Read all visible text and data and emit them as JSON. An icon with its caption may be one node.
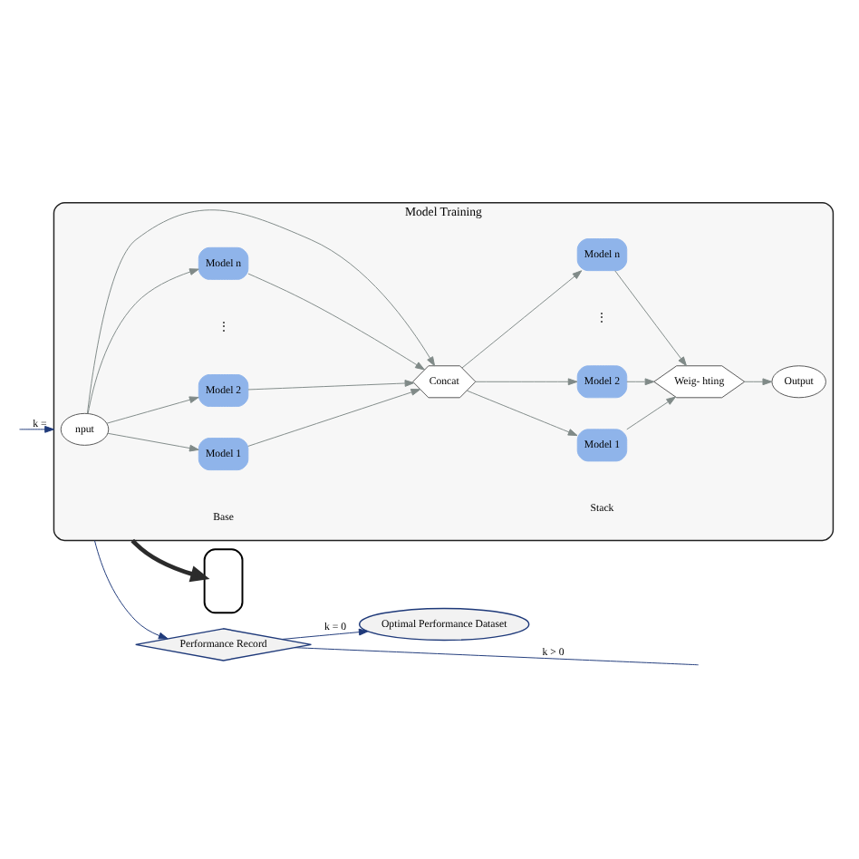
{
  "diagram": {
    "nodes": [
      {
        "text": [
          "Model Training"
        ]
      },
      {
        "text": [
          "nput"
        ],
        "in": 0
      },
      {
        "text": [
          "Model 1"
        ],
        "in": 0
      },
      {
        "text": [
          "Model 2"
        ],
        "in": 0
      },
      {
        "text": [
          "Model n"
        ],
        "in": 0
      },
      {
        "text": [
          "Concat"
        ],
        "in": 0
      },
      {
        "text": [
          "Model 1"
        ],
        "in": 0
      },
      {
        "text": [
          "Model 2"
        ],
        "in": 0
      },
      {
        "text": [
          "Model n"
        ],
        "in": 0
      },
      {
        "text": [
          "Weig- hting"
        ],
        "in": 0
      },
      {
        "text": [
          "Output"
        ],
        "in": 0
      },
      {
        "text": [],
        "shape": "box"
      },
      {
        "text": [
          "Performance Record"
        ]
      },
      {
        "text": [
          "Optimal Performance Dataset"
        ]
      }
    ],
    "edges": [
      {
        "from": 1,
        "to": 2,
        "arrow": "to"
      },
      {
        "from": 1,
        "to": 3,
        "arrow": "to"
      },
      {
        "from": 1,
        "to": 4,
        "arrow": "to"
      },
      {
        "from": 1,
        "to": 5,
        "arrow": "to"
      },
      {
        "from": 2,
        "to": 5,
        "arrow": "to"
      },
      {
        "from": 3,
        "to": 5,
        "arrow": "to"
      },
      {
        "from": 4,
        "to": 5,
        "arrow": "to"
      },
      {
        "from": 5,
        "to": 6,
        "arrow": "to"
      },
      {
        "from": 5,
        "to": 7,
        "arrow": "to"
      },
      {
        "from": 5,
        "to": 8,
        "arrow": "to"
      },
      {
        "from": 6,
        "to": 9,
        "arrow": "to"
      },
      {
        "from": 7,
        "to": 9,
        "arrow": "to"
      },
      {
        "from": 8,
        "to": 9,
        "arrow": "to"
      },
      {
        "from": 9,
        "to": 10,
        "arrow": "to"
      },
      {
        "from": 0,
        "to": 11,
        "arrow": "to",
        "style": "thick",
        "color": "#2b2b2b"
      },
      {
        "from": 0,
        "to": 12,
        "arrow": "to",
        "color": "#1f3a7a"
      },
      {
        "from": 12,
        "to": 13,
        "arrow": "to",
        "label": "k = 0",
        "color": "#1f3a7a"
      },
      {
        "from": 12,
        "to": null,
        "arrow": "none",
        "label": "k > 0",
        "color": "#1f3a7a"
      },
      {
        "from": null,
        "to": 0,
        "arrow": "to",
        "label": "k =",
        "color": "#1f3a7a"
      }
    ],
    "labels": [
      "Base",
      "Stack",
      "⋮",
      "⋮"
    ]
  }
}
